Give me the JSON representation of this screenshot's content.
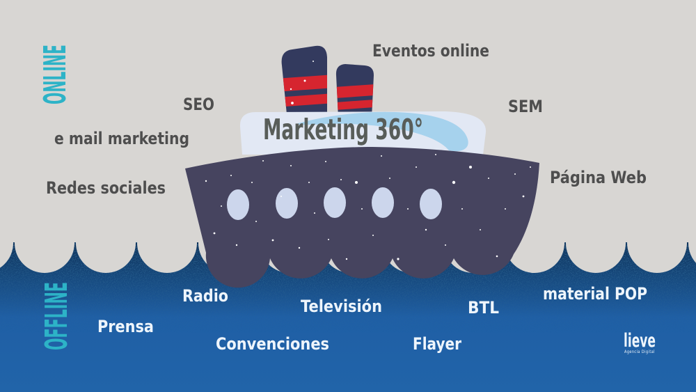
{
  "title": {
    "label": "Marketing 360°"
  },
  "zones": {
    "online": {
      "axis": "ONLINE",
      "items": [
        {
          "label": "SEO"
        },
        {
          "label": "Eventos online"
        },
        {
          "label": "SEM"
        },
        {
          "label": "e mail marketing"
        },
        {
          "label": "Redes sociales"
        },
        {
          "label": "Página Web"
        }
      ]
    },
    "offline": {
      "axis": "OFFLINE",
      "items": [
        {
          "label": "Radio"
        },
        {
          "label": "Televisión"
        },
        {
          "label": "BTL"
        },
        {
          "label": "material POP"
        },
        {
          "label": "Prensa"
        },
        {
          "label": "Convenciones"
        },
        {
          "label": "Flayer"
        }
      ]
    }
  },
  "logo": {
    "name": "lieve",
    "tagline": "Agencia Digital"
  },
  "icons": {
    "ship": "steamship-icon",
    "waves": "sea-waves-shape",
    "stars": "speckle-stars"
  },
  "colors": {
    "background": "#d8d6d3",
    "text_dark": "#4e4e4e",
    "text_light": "#eef5fc",
    "accent_teal": "#2db3c7",
    "title_text": "#585d59",
    "hull": "#46445f",
    "stack_navy": "#333a5e",
    "stripe_red": "#d6252f",
    "porthole": "#ccd6ec",
    "deck": "#e2e8f4",
    "deck_accent": "#a6d2ed",
    "water": "#1f5fa5",
    "water_dark": "#0d2f55",
    "star_white": "#ffffff"
  }
}
